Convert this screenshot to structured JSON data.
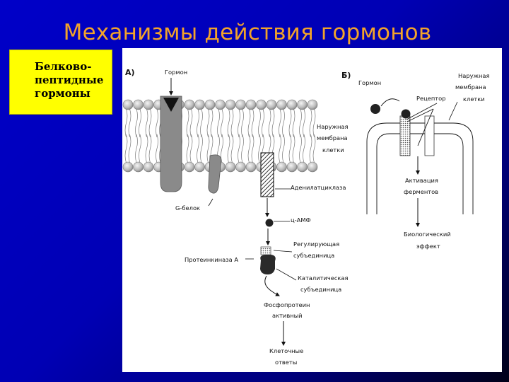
{
  "title": "Механизмы действия гормонов",
  "side_label": "Белково-\nпептидные\nгормоны",
  "diagram": {
    "panel_a": {
      "marker": "А)",
      "hormone": "Гормон",
      "membrane": [
        "Наружная",
        "мембрана",
        "клетки"
      ],
      "adenylate_cyclase": "Аденилатциклаза",
      "g_protein": "G-белок",
      "camp": "ц-АМФ",
      "regulatory": [
        "Регулирующая",
        "субъединица"
      ],
      "protein_kinase": "Протеинкиназа А",
      "catalytic": [
        "Каталитическая",
        "субъединица"
      ],
      "phosphoprotein": [
        "Фосфопротеин",
        "активный"
      ],
      "cell_responses": [
        "Клеточные",
        "ответы"
      ]
    },
    "panel_b": {
      "marker": "Б)",
      "hormone": "Гормон",
      "receptor": "Рецептор",
      "membrane": [
        "Наружная",
        "мембрана",
        "клетки"
      ],
      "enzyme_activation": [
        "Активация",
        "ферментов"
      ],
      "biological_effect": [
        "Биологический",
        "эффект"
      ]
    }
  }
}
